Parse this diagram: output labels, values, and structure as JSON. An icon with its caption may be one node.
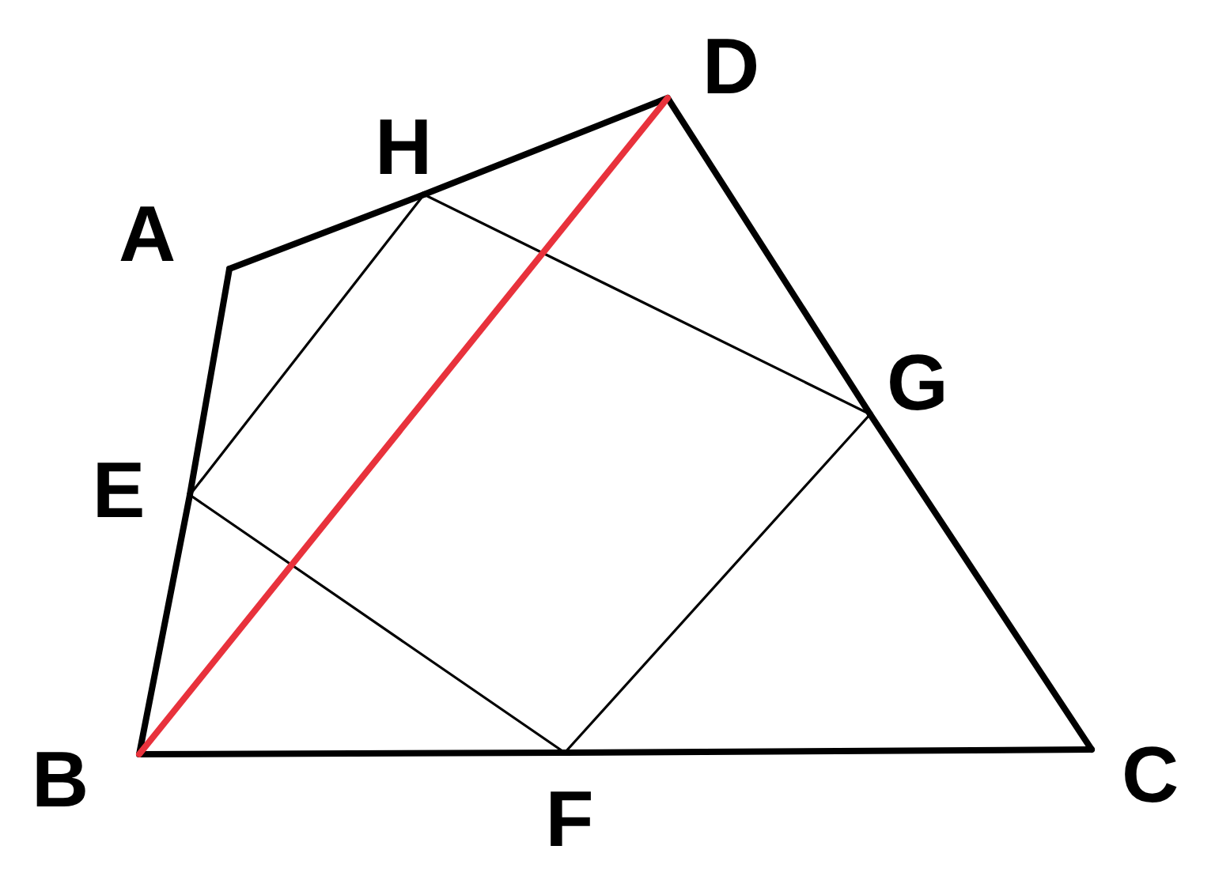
{
  "diagram": {
    "nodes": [
      {
        "text": [
          "A"
        ]
      },
      {
        "text": [
          "H"
        ]
      },
      {
        "text": [
          "D"
        ]
      },
      {
        "text": [
          "E"
        ]
      },
      {
        "text": [
          "G"
        ]
      },
      {
        "text": [
          "B"
        ]
      },
      {
        "text": [
          "F"
        ]
      },
      {
        "text": [
          "C"
        ]
      }
    ],
    "edges": [
      {
        "from": 0,
        "to": 1,
        "arrow": "none"
      },
      {
        "from": 1,
        "to": 2,
        "arrow": "none"
      },
      {
        "from": 2,
        "to": 4,
        "arrow": "none"
      },
      {
        "from": 4,
        "to": 7,
        "arrow": "none"
      },
      {
        "from": 7,
        "to": 6,
        "arrow": "none"
      },
      {
        "from": 6,
        "to": 5,
        "arrow": "none"
      },
      {
        "from": 5,
        "to": 3,
        "arrow": "none"
      },
      {
        "from": 3,
        "to": 0,
        "arrow": "none"
      },
      {
        "from": 3,
        "to": 1,
        "arrow": "none"
      },
      {
        "from": 1,
        "to": 4,
        "arrow": "none"
      },
      {
        "from": 4,
        "to": 6,
        "arrow": "none"
      },
      {
        "from": 6,
        "to": 3,
        "arrow": "none"
      },
      {
        "from": 5,
        "to": 2,
        "arrow": "none",
        "color": "#e8323c"
      }
    ]
  }
}
